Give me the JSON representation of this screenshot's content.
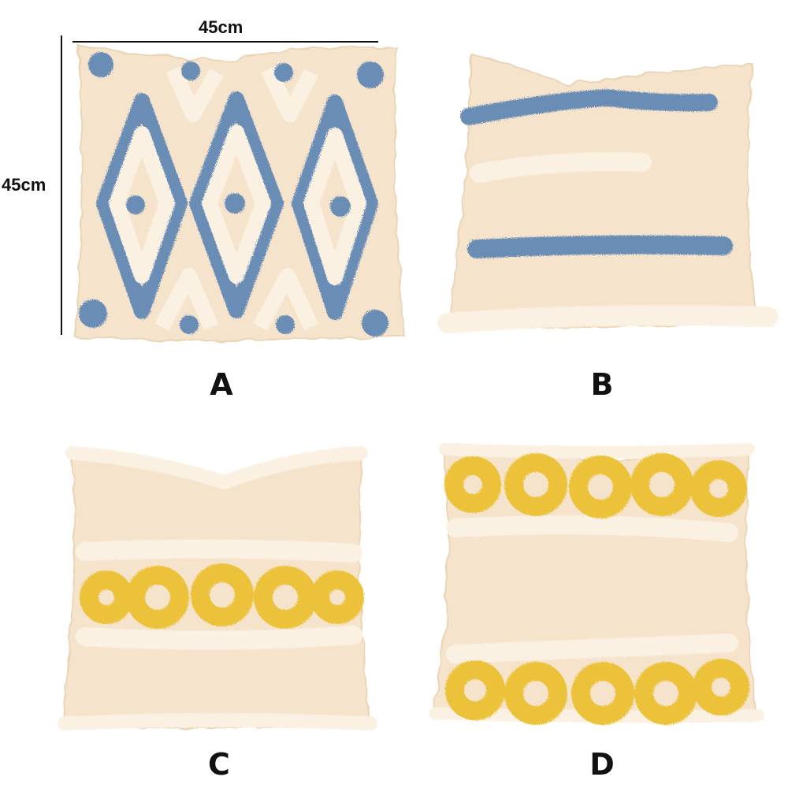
{
  "dimensions": {
    "width_label": "45cm",
    "height_label": "45cm"
  },
  "pillows": [
    {
      "letter": "A",
      "pattern": "diamond-tufted",
      "color": "#6b8db5"
    },
    {
      "letter": "B",
      "pattern": "horizontal-stripes",
      "color": "#6b8db5"
    },
    {
      "letter": "C",
      "pattern": "center-ring-band",
      "color": "#ecc23a"
    },
    {
      "letter": "D",
      "pattern": "double-ring-bands",
      "color": "#ecc23a"
    }
  ],
  "colors": {
    "canvas": "#f5e3cb",
    "tuft_cream": "#fbf1e2",
    "blue": "#6b8db5",
    "yellow": "#ecc23a",
    "line": "#111111"
  }
}
